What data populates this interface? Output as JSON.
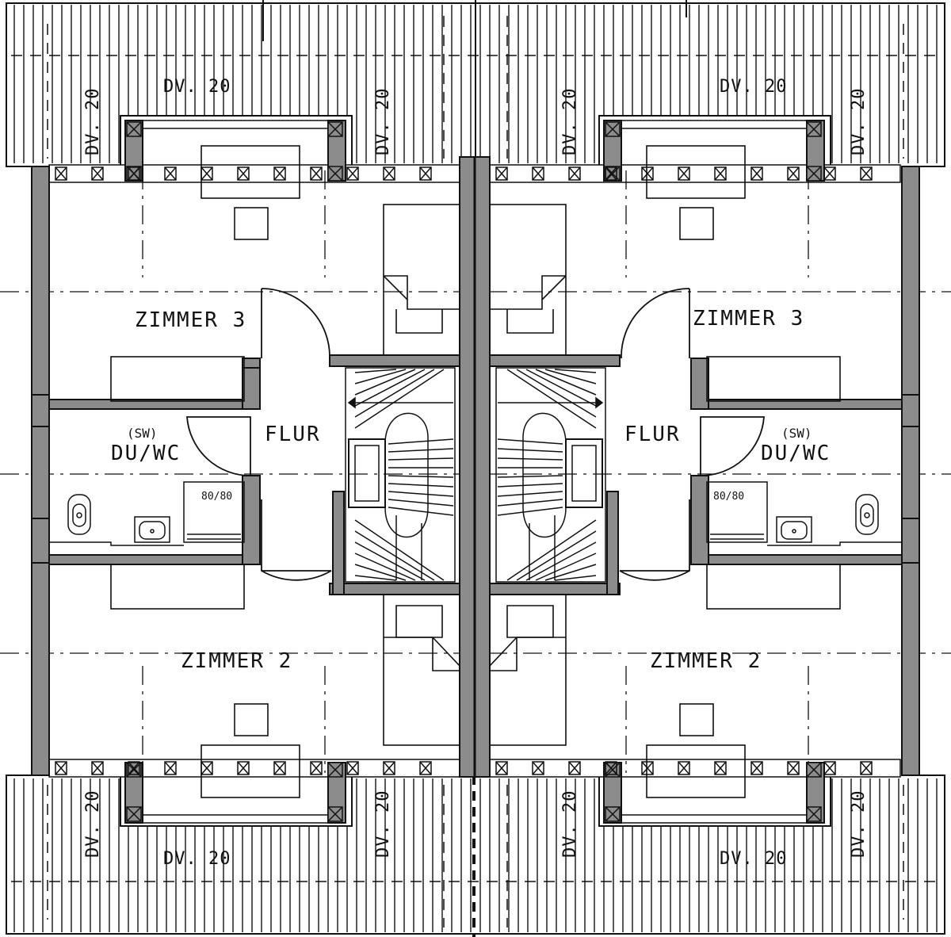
{
  "colors": {
    "wall": "#8c8c8c",
    "line": "#111111",
    "paper": "#ffffff"
  },
  "labels": {
    "zimmer3": "ZIMMER 3",
    "zimmer2": "ZIMMER 2",
    "flur": "FLUR",
    "duwc": "DU/WC",
    "sw": "(SW)",
    "shower": "80/80",
    "dormer": "DV. 20"
  },
  "icons": [
    "toilet-icon",
    "sink-icon",
    "shower-tray-icon",
    "stair-arrow-icon"
  ]
}
